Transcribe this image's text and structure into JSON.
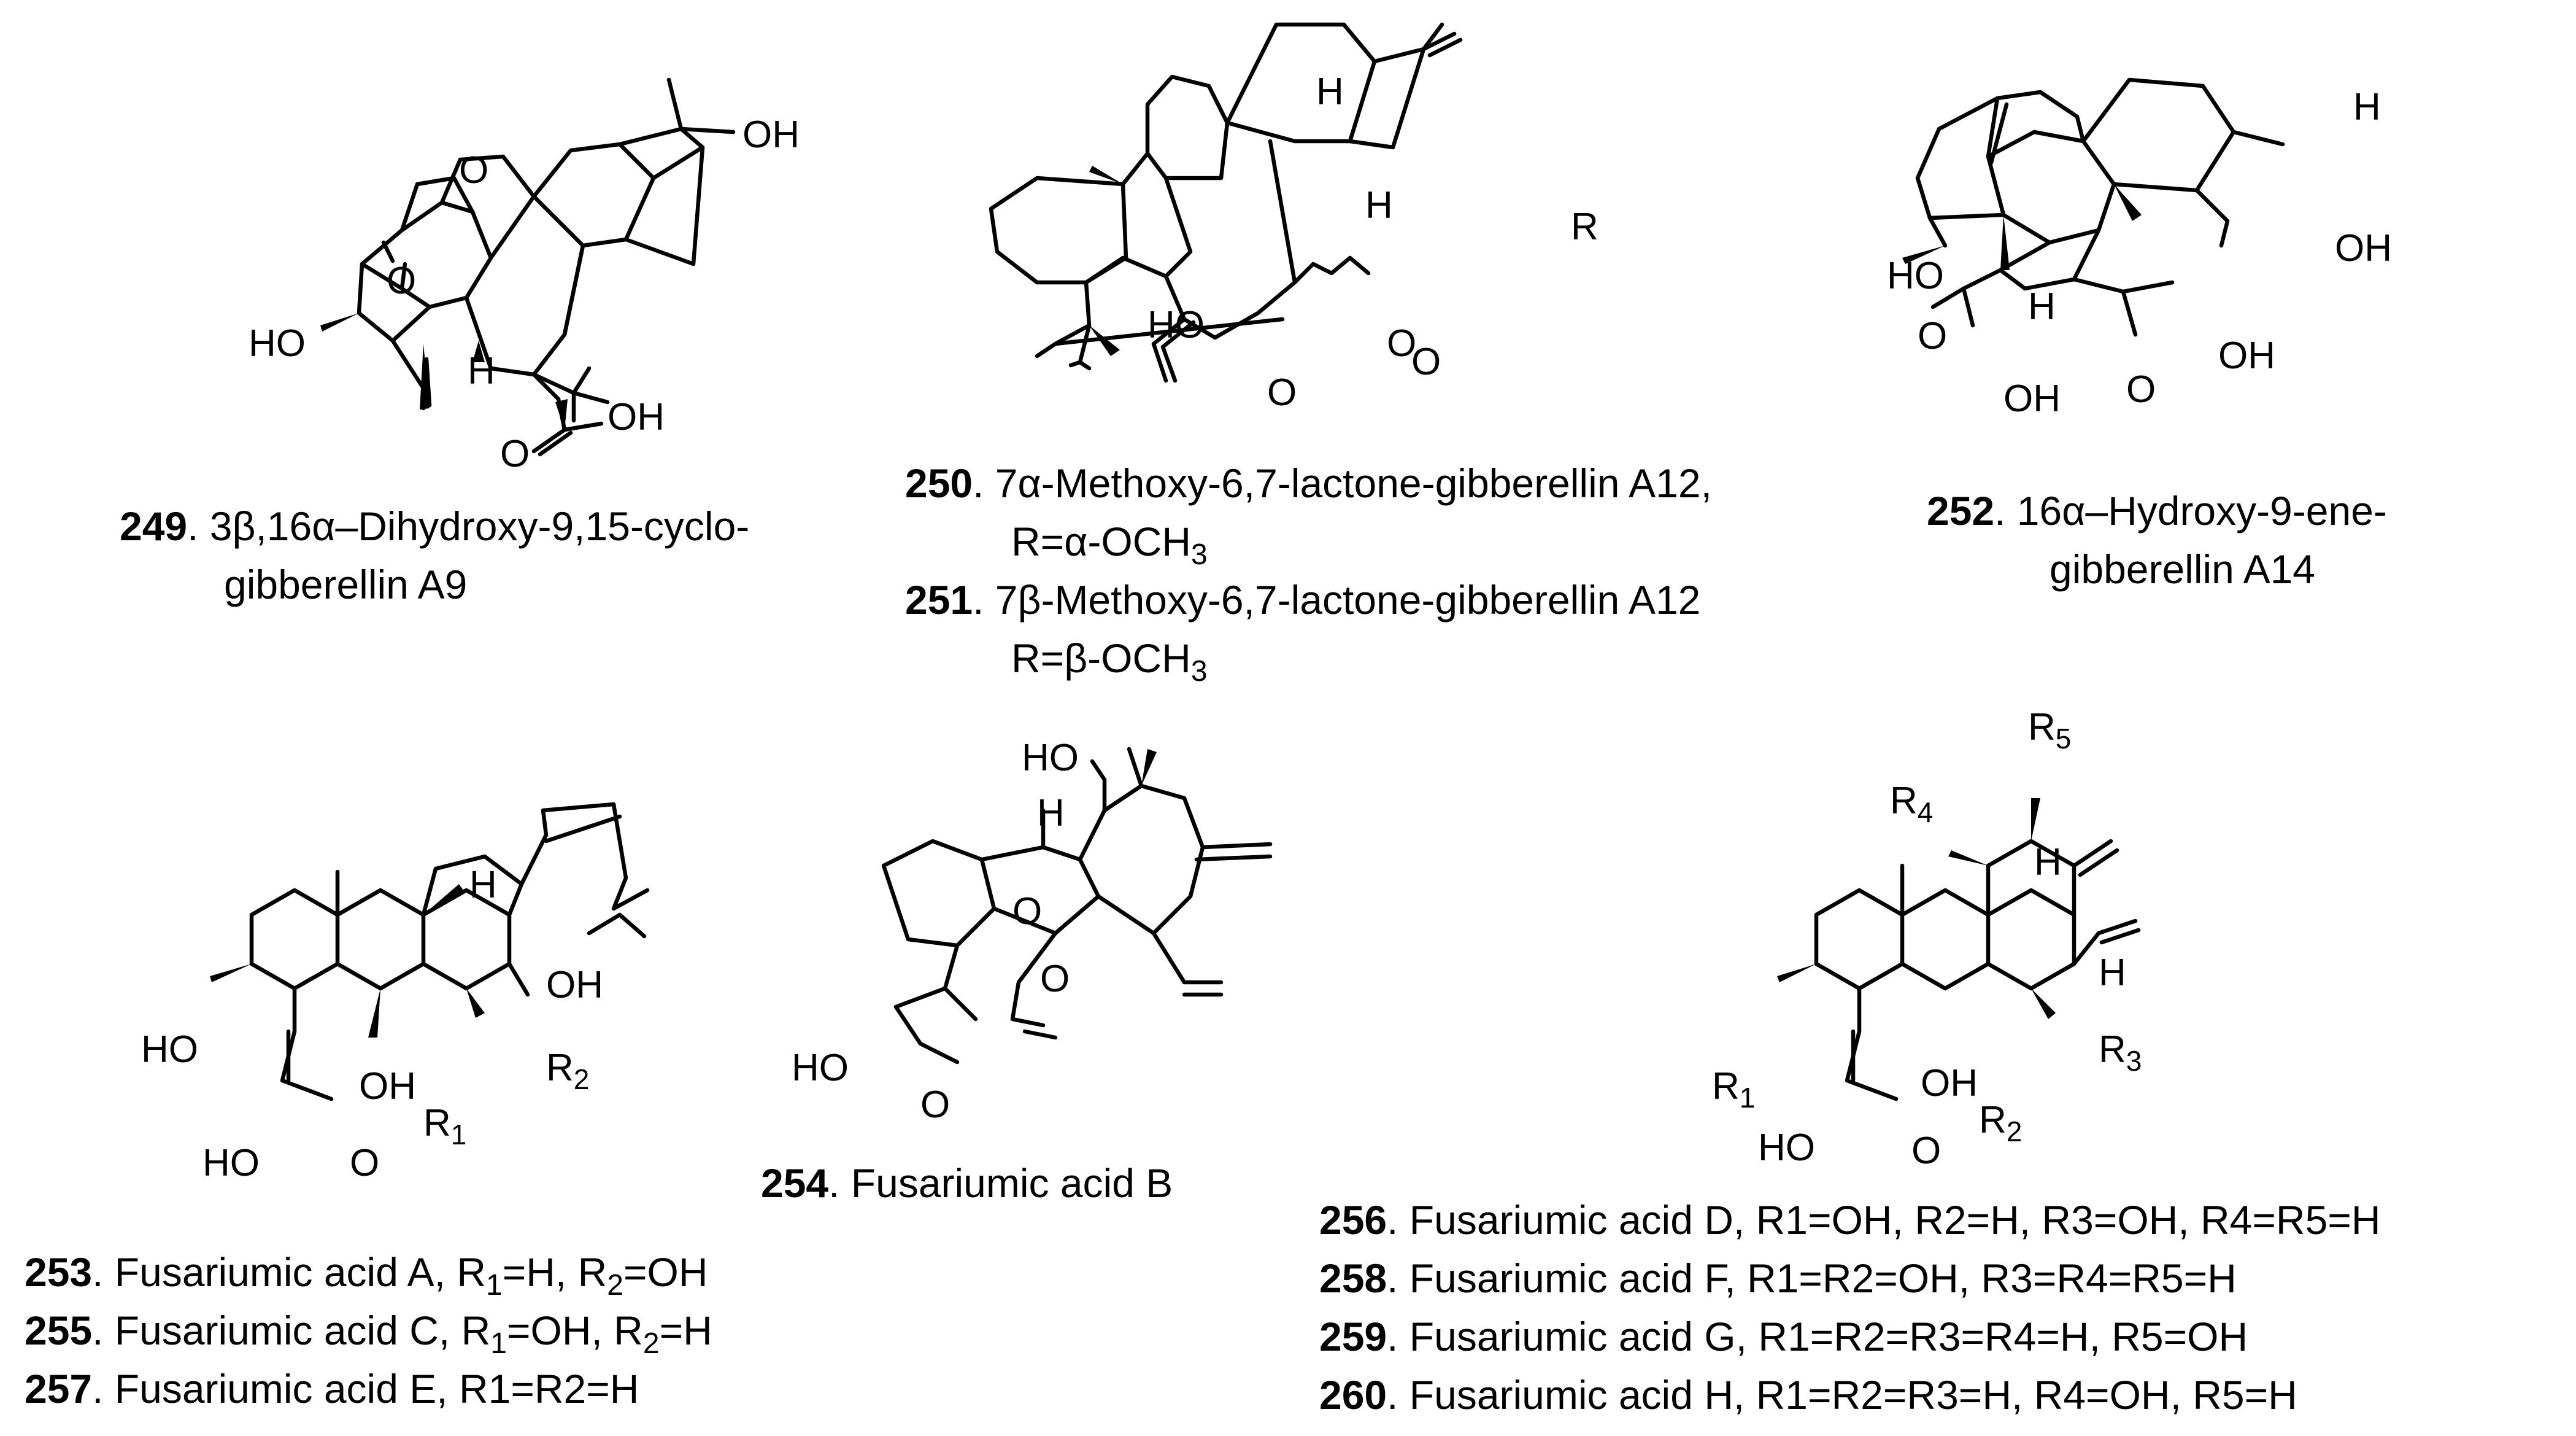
{
  "compounds": [
    {
      "id": "249",
      "caption_line1": ". 3β,16α–Dihydroxy-9,15-cyclo-",
      "caption_line2": "gibberellin A9",
      "atoms": {
        "oh_top": "OH",
        "ring_o": "O",
        "keto_o": "O",
        "ho_left": "HO",
        "h": "H",
        "acid_o": "O",
        "acid_oh": "OH"
      }
    },
    {
      "id": "250",
      "caption_line1": ". 7α-Methoxy-6,7-lactone-gibberellin A12,",
      "caption_line2": "R=α-OCH",
      "sub": "3",
      "atoms": {
        "h1": "H",
        "h2": "H",
        "r": "R",
        "ho": "HO",
        "o1": "O",
        "o2": "O",
        "o3": "O"
      }
    },
    {
      "id": "251",
      "caption_line1": ". 7β-Methoxy-6,7-lactone-gibberellin A12",
      "caption_line2": "R=β-OCH",
      "sub": "3"
    },
    {
      "id": "252",
      "caption_line1": ". 16α–Hydroxy-9-ene-",
      "caption_line2": "gibberellin A14",
      "atoms": {
        "h": "H",
        "oh_right": "OH",
        "ho": "HO",
        "h2": "H",
        "o1": "O",
        "oh1": "OH",
        "o2": "O",
        "oh2": "OH"
      }
    },
    {
      "id": "253",
      "caption_a": ". Fusariumic acid A, R",
      "sub1": "1",
      "caption_b": "=H, R",
      "sub2": "2",
      "caption_c": "=OH",
      "atoms": {
        "h": "H",
        "oh_mid": "OH",
        "ho": "HO",
        "oh_low": "OH",
        "r2": "R",
        "r2_sub": "2",
        "r1": "R",
        "r1_sub": "1",
        "acid_ho": "HO",
        "acid_o": "O"
      }
    },
    {
      "id": "254",
      "caption": ". Fusariumic acid B",
      "atoms": {
        "ho": "HO",
        "h": "H",
        "o1": "O",
        "o2": "O",
        "acid_ho": "HO",
        "acid_o": "O"
      }
    },
    {
      "id": "255",
      "caption_a": ". Fusariumic acid C, R",
      "sub1": "1",
      "caption_b": "=OH, R",
      "sub2": "2",
      "caption_c": "=H"
    },
    {
      "id": "256",
      "caption": ". Fusariumic acid D, R1=OH, R2=H, R3=OH, R4=R5=H",
      "atoms": {
        "r5": "R",
        "r5_sub": "5",
        "r4": "R",
        "r4_sub": "4",
        "h1": "H",
        "h2": "H",
        "r1": "R",
        "r1_sub": "1",
        "r3": "R",
        "r3_sub": "3",
        "oh": "OH",
        "r2": "R",
        "r2_sub": "2",
        "acid_ho": "HO",
        "acid_o": "O"
      }
    },
    {
      "id": "257",
      "caption": ". Fusariumic acid E, R1=R2=H"
    },
    {
      "id": "258",
      "caption": ". Fusariumic acid F,  R1=R2=OH, R3=R4=R5=H"
    },
    {
      "id": "259",
      "caption": ". Fusariumic acid G, R1=R2=R3=R4=H, R5=OH"
    },
    {
      "id": "260",
      "caption": ". Fusariumic acid H, R1=R2=R3=H, R4=OH, R5=H"
    }
  ]
}
